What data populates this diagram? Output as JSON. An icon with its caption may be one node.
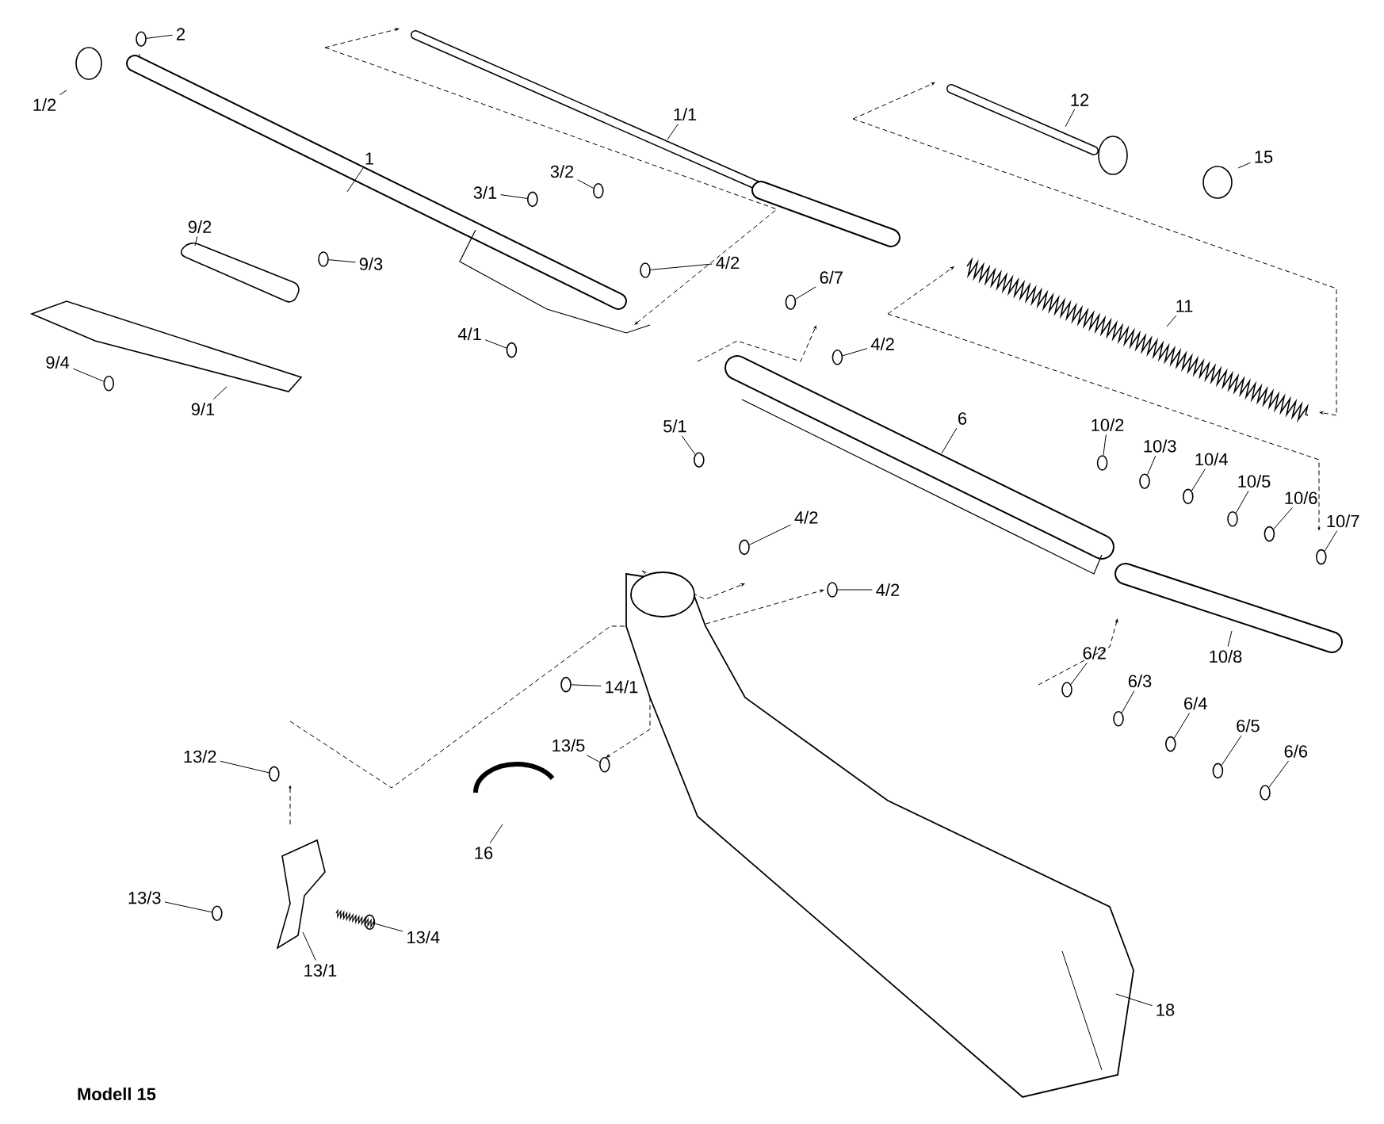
{
  "diagram": {
    "nodes": [
      {
        "text": [
          "2"
        ]
      },
      {
        "text": [
          "1/2"
        ]
      },
      {
        "text": [
          "1"
        ]
      },
      {
        "text": [
          "1/1"
        ]
      },
      {
        "text": [
          "3/1"
        ]
      },
      {
        "text": [
          "3/2"
        ]
      },
      {
        "text": [
          "9/2"
        ]
      },
      {
        "text": [
          "9/3"
        ]
      },
      {
        "text": [
          "4/2"
        ]
      },
      {
        "text": [
          "4/1"
        ]
      },
      {
        "text": [
          "9/4"
        ]
      },
      {
        "text": [
          "9/1"
        ]
      },
      {
        "text": [
          "5/1"
        ]
      },
      {
        "text": [
          "12"
        ]
      },
      {
        "text": [
          "15"
        ]
      },
      {
        "text": [
          "11"
        ]
      },
      {
        "text": [
          "6/7"
        ]
      },
      {
        "text": [
          "4/2"
        ]
      },
      {
        "text": [
          "6"
        ]
      },
      {
        "text": [
          "10/2"
        ]
      },
      {
        "text": [
          "10/3"
        ]
      },
      {
        "text": [
          "10/4"
        ]
      },
      {
        "text": [
          "10/5"
        ]
      },
      {
        "text": [
          "10/6"
        ]
      },
      {
        "text": [
          "10/7"
        ]
      },
      {
        "text": [
          "10/8"
        ]
      },
      {
        "text": [
          "4/2"
        ]
      },
      {
        "text": [
          "4/2"
        ]
      },
      {
        "text": [
          "14/1"
        ]
      },
      {
        "text": [
          "13/5"
        ]
      },
      {
        "text": [
          "13/2"
        ]
      },
      {
        "text": [
          "16"
        ]
      },
      {
        "text": [
          "6/2"
        ]
      },
      {
        "text": [
          "6/3"
        ]
      },
      {
        "text": [
          "6/4"
        ]
      },
      {
        "text": [
          "6/5"
        ]
      },
      {
        "text": [
          "6/6"
        ]
      },
      {
        "text": [
          "13/3"
        ]
      },
      {
        "text": [
          "13/4"
        ]
      },
      {
        "text": [
          "13/1"
        ]
      },
      {
        "text": [
          "18"
        ]
      },
      {
        "text": [],
        "shape": "circle"
      },
      {
        "text": [],
        "shape": "circle"
      },
      {
        "text": [],
        "shape": "circle"
      },
      {
        "text": [],
        "shape": "circle"
      },
      {
        "text": [],
        "shape": "circle"
      },
      {
        "text": [],
        "shape": "circle"
      },
      {
        "text": [],
        "shape": "circle"
      },
      {
        "text": [],
        "shape": "circle"
      },
      {
        "text": [],
        "shape": "circle"
      },
      {
        "text": [],
        "shape": "circle"
      },
      {
        "text": [],
        "shape": "circle"
      },
      {
        "text": [],
        "shape": "circle"
      },
      {
        "text": [],
        "shape": "circle"
      },
      {
        "text": [],
        "shape": "circle"
      },
      {
        "text": [],
        "shape": "circle"
      },
      {
        "text": [],
        "shape": "circle"
      },
      {
        "text": [],
        "shape": "circle"
      },
      {
        "text": [],
        "shape": "circle"
      },
      {
        "text": [],
        "shape": "circle"
      },
      {
        "text": [],
        "shape": "circle"
      },
      {
        "text": [],
        "shape": "circle"
      },
      {
        "text": [],
        "shape": "circle"
      },
      {
        "text": [],
        "shape": "circle"
      },
      {
        "text": [],
        "shape": "circle"
      },
      {
        "text": [],
        "shape": "circle"
      },
      {
        "text": [],
        "shape": "circle"
      },
      {
        "text": [],
        "shape": "circle"
      },
      {
        "text": [],
        "shape": "circle"
      }
    ],
    "edges": [
      {
        "from": 0,
        "to": 41,
        "arrow": "none"
      },
      {
        "from": 1,
        "to": null,
        "arrow": "none"
      },
      {
        "from": 2,
        "to": null,
        "arrow": "none"
      },
      {
        "from": 3,
        "to": null,
        "arrow": "none"
      },
      {
        "from": 4,
        "to": 42,
        "arrow": "none"
      },
      {
        "from": 5,
        "to": 43,
        "arrow": "none"
      },
      {
        "from": 6,
        "to": null,
        "arrow": "none"
      },
      {
        "from": 7,
        "to": 44,
        "arrow": "none"
      },
      {
        "from": 8,
        "to": 45,
        "arrow": "none"
      },
      {
        "from": 9,
        "to": 46,
        "arrow": "none"
      },
      {
        "from": 10,
        "to": 47,
        "arrow": "none"
      },
      {
        "from": 11,
        "to": null,
        "arrow": "none"
      },
      {
        "from": 12,
        "to": 48,
        "arrow": "none"
      },
      {
        "from": 13,
        "to": null,
        "arrow": "none"
      },
      {
        "from": 14,
        "to": null,
        "arrow": "none"
      },
      {
        "from": 15,
        "to": null,
        "arrow": "none"
      },
      {
        "from": 16,
        "to": 49,
        "arrow": "none"
      },
      {
        "from": 17,
        "to": 50,
        "arrow": "none"
      },
      {
        "from": 18,
        "to": null,
        "arrow": "none"
      },
      {
        "from": 19,
        "to": 51,
        "arrow": "none"
      },
      {
        "from": 20,
        "to": 52,
        "arrow": "none"
      },
      {
        "from": 21,
        "to": 53,
        "arrow": "none"
      },
      {
        "from": 22,
        "to": 54,
        "arrow": "none"
      },
      {
        "from": 23,
        "to": 55,
        "arrow": "none"
      },
      {
        "from": 24,
        "to": 56,
        "arrow": "none"
      },
      {
        "from": 25,
        "to": null,
        "arrow": "none"
      },
      {
        "from": 26,
        "to": 57,
        "arrow": "none"
      },
      {
        "from": 27,
        "to": 58,
        "arrow": "none"
      },
      {
        "from": 28,
        "to": 59,
        "arrow": "none"
      },
      {
        "from": 29,
        "to": 60,
        "arrow": "none"
      },
      {
        "from": 30,
        "to": 61,
        "arrow": "none"
      },
      {
        "from": 31,
        "to": null,
        "arrow": "none"
      },
      {
        "from": 32,
        "to": 62,
        "arrow": "none"
      },
      {
        "from": 33,
        "to": 63,
        "arrow": "none"
      },
      {
        "from": 34,
        "to": 64,
        "arrow": "none"
      },
      {
        "from": 35,
        "to": 65,
        "arrow": "none"
      },
      {
        "from": 36,
        "to": 66,
        "arrow": "none"
      },
      {
        "from": 37,
        "to": 67,
        "arrow": "none"
      },
      {
        "from": 38,
        "to": 68,
        "arrow": "none"
      },
      {
        "from": 39,
        "to": null,
        "arrow": "none"
      },
      {
        "from": 40,
        "to": null,
        "arrow": "none"
      }
    ],
    "labels": [
      "Modell 15"
    ]
  }
}
